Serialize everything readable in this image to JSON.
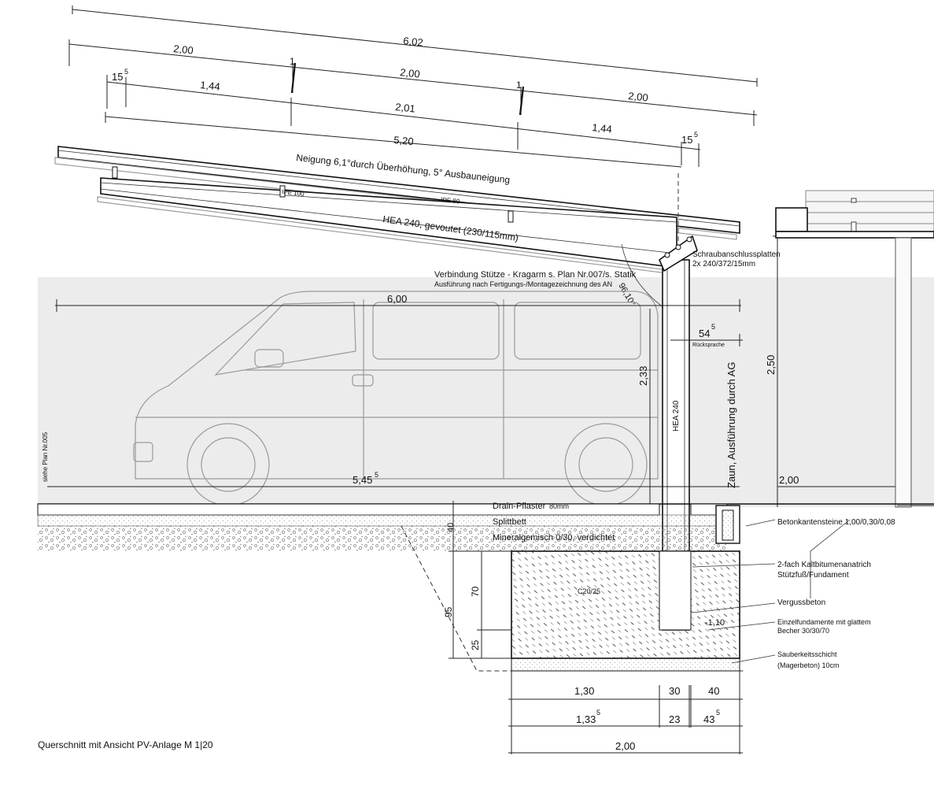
{
  "title": "Querschnitt mit Ansicht PV-Anlage M 1|20",
  "top_dimensions": {
    "total_roof": "6,02",
    "seg_a": "2,00",
    "seg_b": "2,00",
    "seg_c": "2,00",
    "mark_1a": "1",
    "mark_1b": "1",
    "left_over": "15",
    "left_over_sup": "5",
    "purlin_left": "1,44",
    "purlin_mid": "2,01",
    "purlin_right": "1,44",
    "right_over": "15",
    "right_over_sup": "5",
    "beam_length": "5,20"
  },
  "roof_labels": {
    "slope": "Neigung 6,1°durch Überhöhung, 5° Ausbauneigung",
    "ipe100": "IPE 100",
    "ipe80": "IPE 80",
    "hea_beam": "HEA 240, gevoutet (230/115mm)",
    "angle": "96,10°"
  },
  "connection_notes": {
    "line1": "Verbindung Stütze - Kragarm s. Plan Nr.007/s. Statik",
    "line2": "Ausführung nach Fertigungs-/Montagezeichnung des AN",
    "plates_title": "Schraubanschlussplatten",
    "plates_spec": "2x 240/372/15mm"
  },
  "elevation_dimensions": {
    "span": "6,00",
    "cantilever": "54",
    "cantilever_sup": "5",
    "cantilever_note": "Rücksprache",
    "column_height": "2,33",
    "column_label": "HEA 240",
    "fence_height": "2,50",
    "ground_length": "5,45",
    "ground_length_sup": "5",
    "fence_distance": "2,00"
  },
  "side_labels": {
    "plan_ref": "siehe Plan Nr.005",
    "fence": "Zaun, Ausführung durch AG"
  },
  "layers": {
    "paving": "Drain-Pflaster",
    "paving_thickness": "80mm",
    "bedding": "Splittbett",
    "base": "Mineralgemisch 0/30, verdichtet",
    "base_depth": "40",
    "concrete_grade": "C20/25",
    "depth_total": "95",
    "depth_upper": "70",
    "depth_lower": "25",
    "level": "-1,10"
  },
  "callouts": {
    "curb": "Betonkantensteine 1,00/0,30/0,08",
    "coating_1": "2-fach Kaltbitumenanatrich",
    "coating_2": "Stützfuß/Fundament",
    "grout": "Vergussbeton",
    "footing_1": "Einzelfundamente mit glattem",
    "footing_2": "Becher 30/30/70",
    "blinding_1": "Sauberkeitsschicht",
    "blinding_2": "(Magerbeton) 10cm"
  },
  "foundation_dimensions": {
    "row1_a": "1,30",
    "row1_b": "30",
    "row1_c": "40",
    "row2_a": "1,33",
    "row2_a_sup": "5",
    "row2_b": "23",
    "row2_c": "43",
    "row2_c_sup": "5",
    "total": "2,00"
  }
}
